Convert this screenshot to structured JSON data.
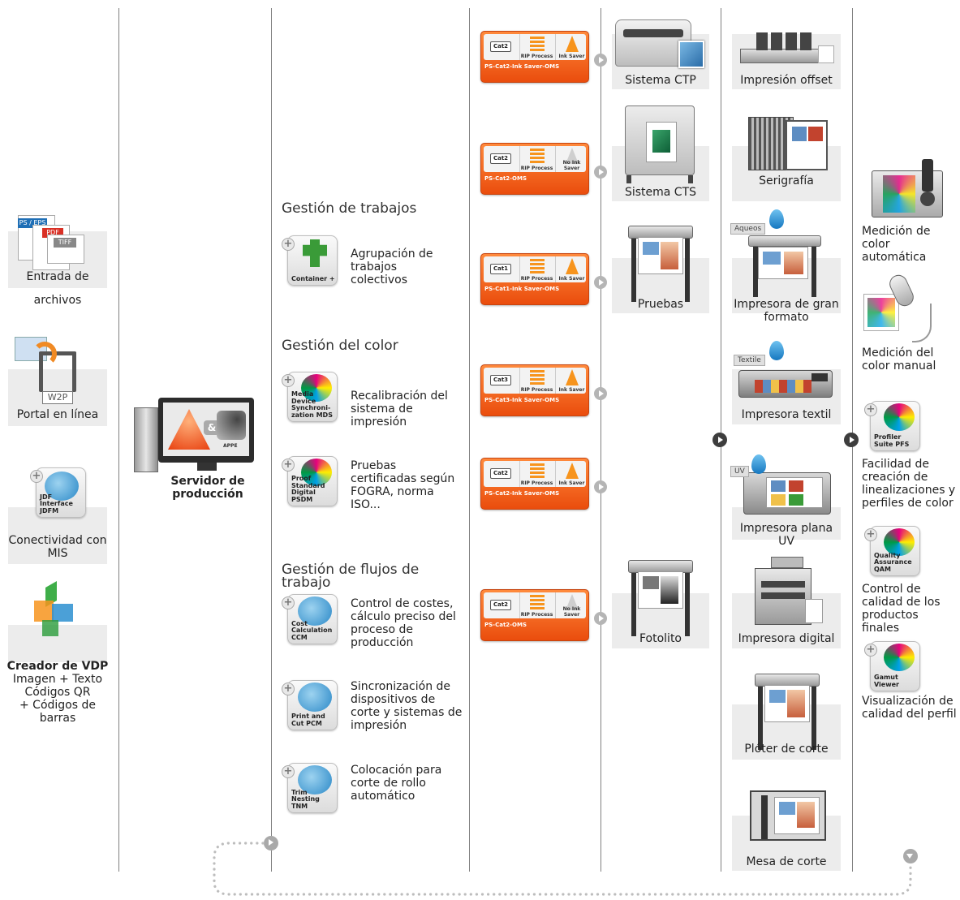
{
  "inputs": {
    "file_input": "Entrada de",
    "file_input_2": "archivos",
    "ps_eps": "PS / EPS",
    "pdf": "PDF",
    "tiff": "TIFF",
    "w2p": "W2P",
    "web_portal": "Portal en línea",
    "jdf_tile": "JDF Interface JDFM",
    "mis": "Conectividad con MIS",
    "vdp_title": "Creador de VDP",
    "vdp_1": "Imagen + Texto",
    "vdp_2": "Códigos QR",
    "vdp_3": "+ Códigos de",
    "vdp_4": "barras"
  },
  "server": {
    "label": "Servidor de producción",
    "appe": "APPE",
    "amp": "&"
  },
  "modules": {
    "job_mgmt": "Gestión de trabajos",
    "container_tile": "Container +",
    "container_desc": "Agrupación de trabajos colectivos",
    "color_mgmt": "Gestión del color",
    "mds_tile": "Media Device Synchroni- zation MDS",
    "mds_desc": "Recalibración del sistema de impresión",
    "psdm_tile": "Proof Standard Digital PSDM",
    "psdm_desc": "Pruebas certificadas según FOGRA, norma ISO...",
    "workflow_mgmt": "Gestión de flujos de trabajo",
    "ccm_tile": "Cost Calculation CCM",
    "ccm_desc": "Control de costes, cálculo preciso del proceso de producción",
    "pcm_tile": "Print and Cut PCM",
    "pcm_desc": "Sincronización de dispositivos de corte y sistemas de impresión",
    "tnm_tile": "Trim Nesting TNM",
    "tnm_desc": "Colocación para corte de rollo automático"
  },
  "rip": {
    "rip_process": "RIP Process",
    "ink_saver": "Ink Saver",
    "no_ink_saver": "No Ink Saver",
    "items": [
      {
        "cat": "Cat2",
        "name": "PS-Cat2-Ink Saver-OMS"
      },
      {
        "cat": "Cat2",
        "name": "PS-Cat2-OMS"
      },
      {
        "cat": "Cat1",
        "name": "PS-Cat1-Ink Saver-OMS"
      },
      {
        "cat": "Cat3",
        "name": "PS-Cat3-Ink Saver-OMS"
      },
      {
        "cat": "Cat2",
        "name": "PS-Cat2-Ink Saver-OMS"
      },
      {
        "cat": "Cat2",
        "name": "PS-Cat2-OMS"
      }
    ]
  },
  "proof_devices": {
    "ctp": "Sistema CTP",
    "cts": "Sistema CTS",
    "proof": "Pruebas",
    "film": "Fotolito"
  },
  "output_devices": {
    "offset": "Impresión offset",
    "screen": "Serigrafía",
    "aqueous_tag": "Aqueos",
    "large_format": "Impresora de gran formato",
    "textile_tag": "Textile",
    "textile": "Impresora textil",
    "uv_tag": "UV",
    "uv_flat": "Impresora plana UV",
    "digital": "Impresora digital",
    "cut_plotter": "Plóter de corte",
    "cut_table": "Mesa de corte"
  },
  "measurement": {
    "auto": "Medición de color automática",
    "manual": "Medición del color manual",
    "pfs_tile": "Profiler Suite PFS",
    "pfs_desc": "Facilidad de creación de linealizaciones y perfiles de color",
    "qam_tile": "Quality Assurance QAM",
    "qam_desc": "Control de calidad de los productos finales",
    "gamut_tile": "Gamut Viewer",
    "gamut_desc": "Visualización de calidad del perfil"
  },
  "colors": {
    "orange_top": "#ff8a3c",
    "orange_bottom": "#ea4d0d",
    "divider": "#7f7f7f",
    "label_bg": "#ececec"
  }
}
